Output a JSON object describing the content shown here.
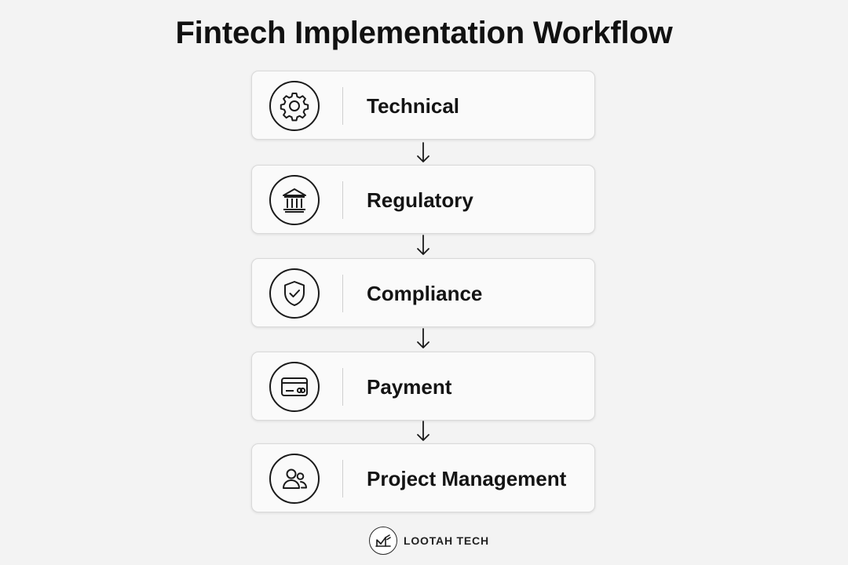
{
  "title": "Fintech Implementation Workflow",
  "steps": [
    {
      "label": "Technical",
      "icon": "gear-icon"
    },
    {
      "label": "Regulatory",
      "icon": "bank-icon"
    },
    {
      "label": "Compliance",
      "icon": "shield-check-icon"
    },
    {
      "label": "Payment",
      "icon": "credit-card-icon"
    },
    {
      "label": "Project Management",
      "icon": "users-icon"
    }
  ],
  "connectors": [
    "arrow-down",
    "arrow-down",
    "arrow-down",
    "arrow-down"
  ],
  "brand": {
    "name": "LOOTAH TECH",
    "logo": "lootah-logo-icon"
  },
  "colors": {
    "background": "#f3f3f3",
    "card": "#fafafa",
    "text": "#111111",
    "icon_stroke": "#1a1a1a"
  }
}
